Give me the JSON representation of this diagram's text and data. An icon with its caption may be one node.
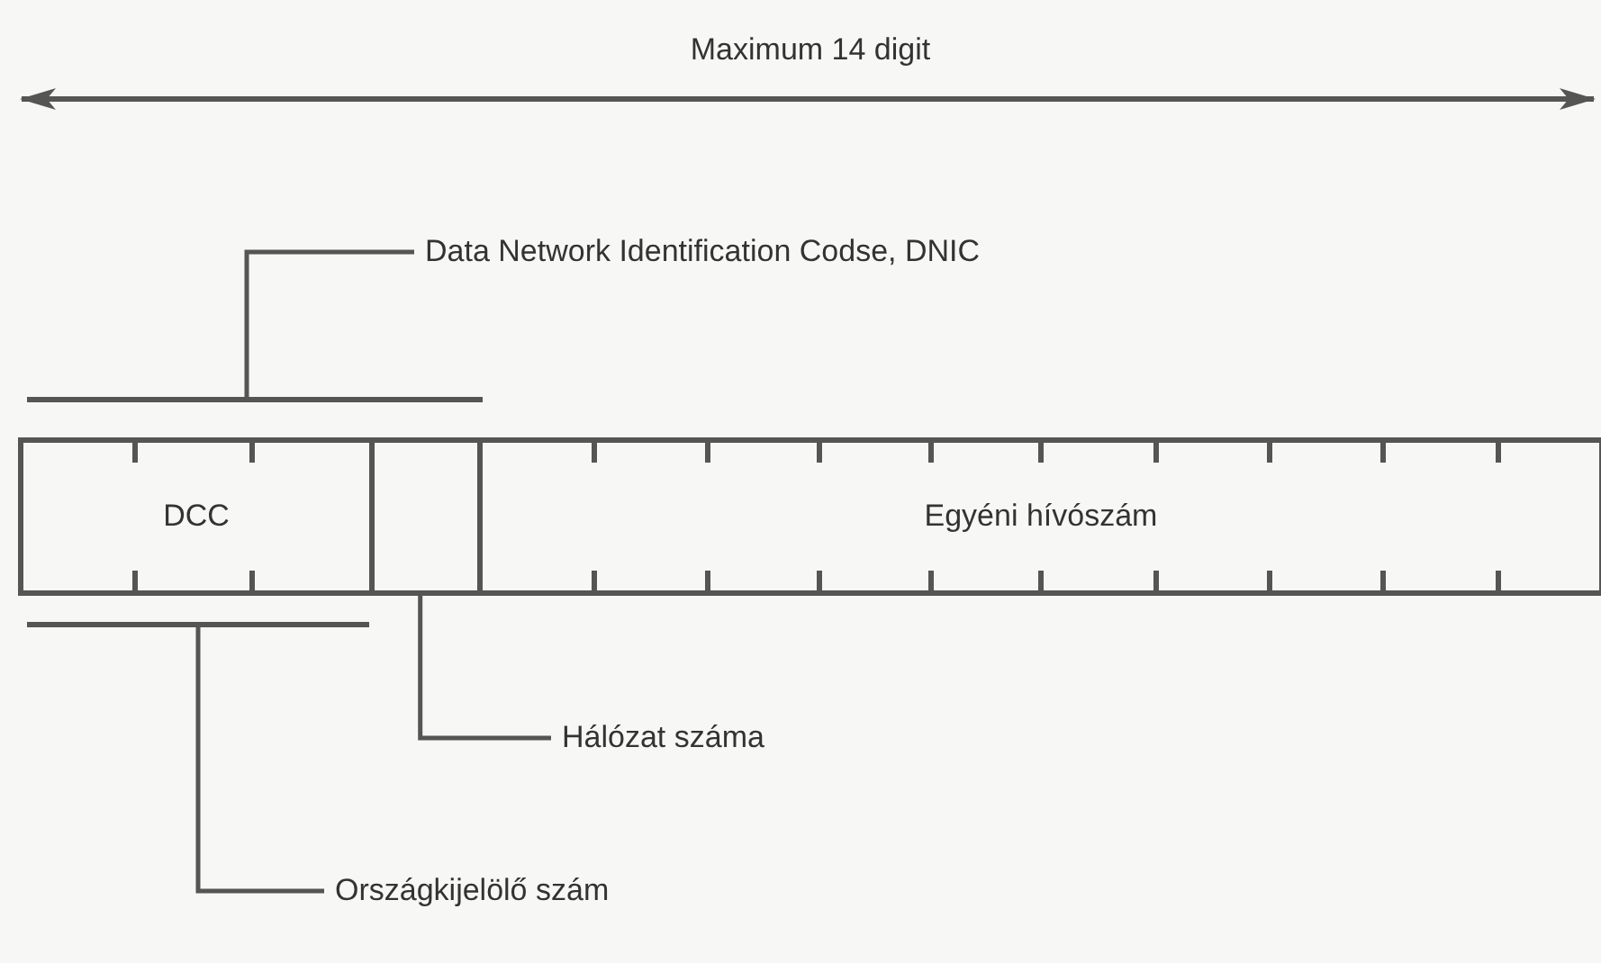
{
  "diagram": {
    "nodes": [
      {
        "text": [
          "DCC"
        ]
      },
      {
        "text": [],
        "shape": "box"
      },
      {
        "text": [
          "Egyéni hívószám"
        ]
      },
      {
        "text": [
          "Data Network Identification Codse, DNIC"
        ]
      },
      {
        "text": [
          "Hálózat száma"
        ]
      },
      {
        "text": [
          "Országkijelölő szám"
        ]
      }
    ],
    "edges": [
      {
        "from": 3,
        "to": null,
        "arrow": "none"
      },
      {
        "from": 4,
        "to": 1,
        "arrow": "none"
      },
      {
        "from": 5,
        "to": null,
        "arrow": "none"
      }
    ],
    "labels": [
      "Maximum 14 digit"
    ]
  }
}
